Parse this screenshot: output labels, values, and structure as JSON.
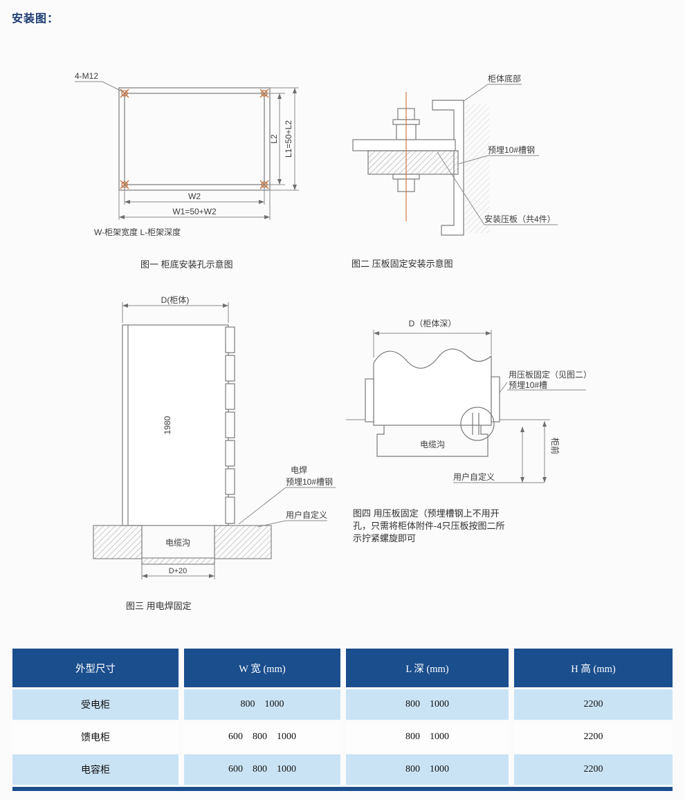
{
  "page": {
    "title": "安装图："
  },
  "fig1": {
    "label_bolt": "4-M12",
    "dim_l2": "L2",
    "dim_l1": "L1=50+L2",
    "dim_w2": "W2",
    "dim_w1": "W1=50+W2",
    "note": "W-柜架宽度  L-柜架深度",
    "caption": "图一  柜底安装孔示意图"
  },
  "fig2": {
    "label_cabinet_bottom": "柜体底部",
    "label_channel": "预埋10#槽钢",
    "label_clamp": "安装压板（共4件）",
    "caption": "图二  压板固定安装示意图"
  },
  "fig3": {
    "dim_width": "D(柜体)",
    "dim_height": "1980",
    "label_weld_1": "电焊",
    "label_weld_2": "预埋10#槽钢",
    "label_user": "用户自定义",
    "label_trench": "电缆沟",
    "dim_bottom": "D+20",
    "caption": "图三  用电焊固定"
  },
  "fig4": {
    "dim_depth": "D（柜体深）",
    "label_clamp_1": "用压板固定（见图二）",
    "label_clamp_2": "预埋10#槽",
    "label_trench": "电缆沟",
    "label_front": "柜前",
    "label_user": "用户自定义",
    "caption_1": "图四  用压板固定（预埋槽钢上不用开",
    "caption_2": "孔，只需将柜体附件-4只压板按图二所",
    "caption_3": "示拧紧螺旋即可"
  },
  "table": {
    "headers": [
      "外型尺寸",
      "W 宽 (mm)",
      "L 深 (mm)",
      "H 高 (mm)"
    ],
    "rows": [
      {
        "name": "受电柜",
        "w": "800    1000",
        "l": "800    1000",
        "h": "2200"
      },
      {
        "name": "馈电柜",
        "w": "600    800    1000",
        "l": "800    1000",
        "h": "2200"
      },
      {
        "name": "电容柜",
        "w": "600    800    1000",
        "l": "800    1000",
        "h": "2200"
      }
    ]
  },
  "colors": {
    "accent": "#1b4e8d",
    "row_light": "#c9e3f5",
    "hole_mark": "#c0703c",
    "line": "#7a7a7a"
  }
}
